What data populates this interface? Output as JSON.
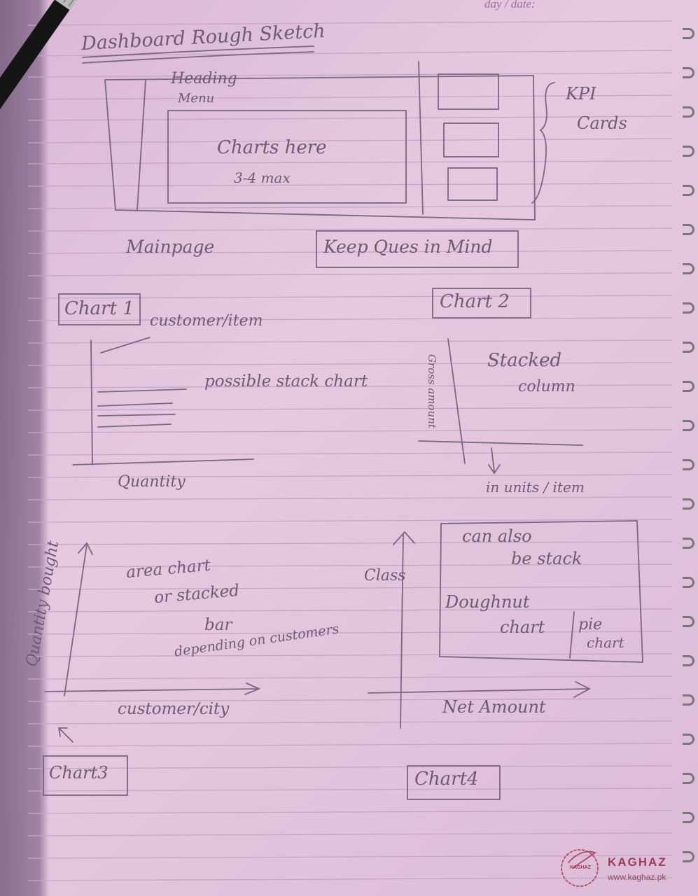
{
  "page": {
    "header_label": "day / date:",
    "title": "Dashboard Rough Sketch",
    "main_sketch": {
      "heading": "Heading",
      "menu": "Menu",
      "charts_line1": "Charts here",
      "charts_line2": "3-4 max",
      "kpi_line1": "KPI",
      "kpi_line2": "Cards",
      "main_page_label": "Mainpage",
      "note": "Keep Ques in Mind"
    },
    "chart1": {
      "label": "Chart 1",
      "annotation": "customer/item",
      "description": "possible stack chart",
      "xlabel": "Quantity"
    },
    "chart2": {
      "label": "Chart 2",
      "ylabel": "Gross amount",
      "description_line1": "Stacked",
      "description_line2": "column",
      "xlabel": "in units / item"
    },
    "chart3": {
      "label": "Chart3",
      "ylabel": "Quantity bought",
      "line1": "area chart",
      "line2": "or stacked",
      "line3": "bar",
      "line4": "depending on customers",
      "xlabel": "customer/city"
    },
    "chart4": {
      "label": "Chart4",
      "ylabel": "Class",
      "line1": "can also",
      "line2": "be stack",
      "line3": "Doughnut",
      "line4": "chart",
      "line5": "pie",
      "line6": "chart",
      "xlabel": "Net Amount"
    },
    "brand": {
      "name": "KAGHAZ",
      "url": "www.kaghaz.pk",
      "logo_text": "KAGHAZ"
    }
  },
  "colors": {
    "paper": "#e2c4dc",
    "ink": "#6e5a72",
    "rule": "#c7a5c3",
    "brand": "#a03a55"
  }
}
